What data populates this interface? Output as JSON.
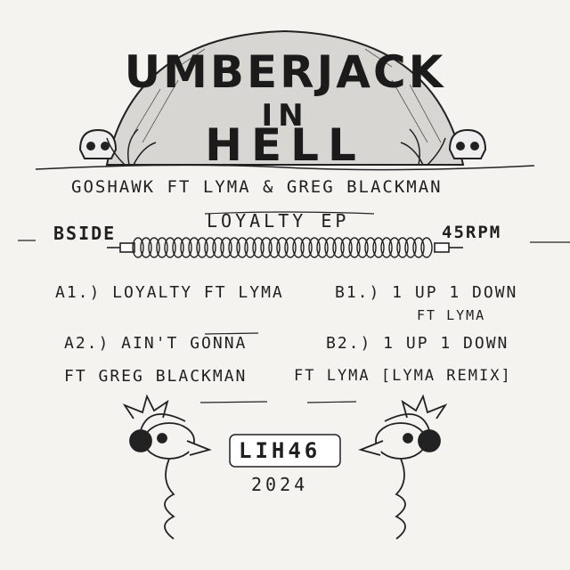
{
  "logo": {
    "line1": "UMBERJACK",
    "line2": "IN",
    "line3": "HELL"
  },
  "credits": "GOSHAWK FT LYMA & GREG BLACKMAN",
  "ep_title": "LOYALTY EP",
  "side": "BSIDE",
  "speed": "45RPM",
  "tracks": [
    {
      "line1": "A1.) LOYALTY FT LYMA",
      "line2": ""
    },
    {
      "line1": "A2.) AIN'T GONNA",
      "line2": "FT GREG BLACKMAN"
    },
    {
      "line1": "B1.) 1 UP 1 DOWN",
      "line2": "FT LYMA"
    },
    {
      "line1": "B2.) 1 UP 1 DOWN",
      "line2": "FT LYMA [LYMA REMIX]"
    }
  ],
  "catalog": "LIH46",
  "year": "2024",
  "colors": {
    "paper": "#f4f3f0",
    "ink": "#1f1f1f"
  }
}
